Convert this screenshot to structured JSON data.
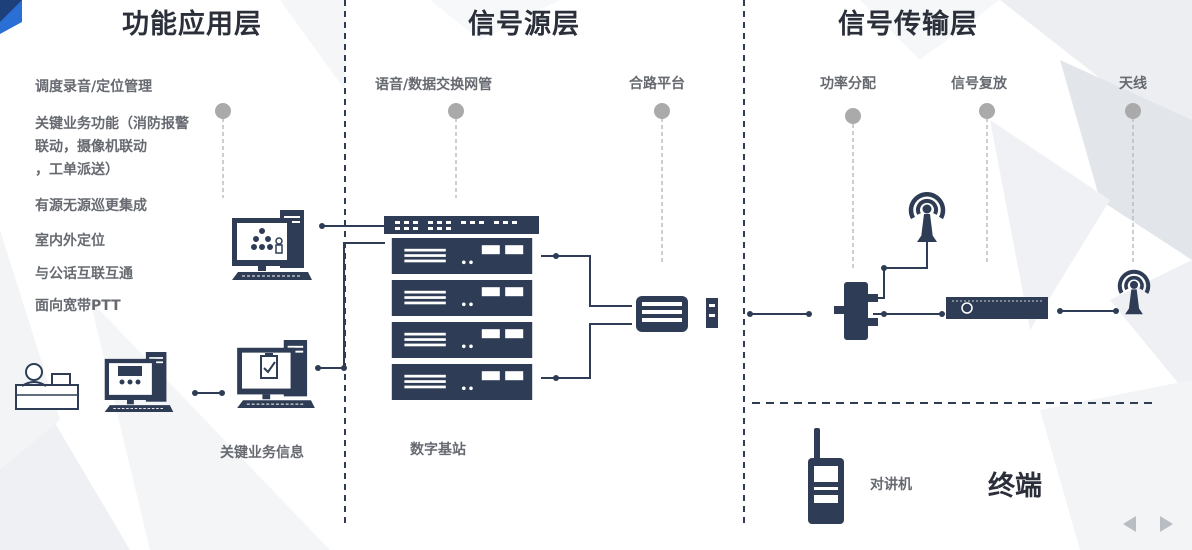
{
  "sections": {
    "function_layer": "功能应用层",
    "source_layer": "信号源层",
    "transmission_layer": "信号传输层",
    "terminal": "终端"
  },
  "features": [
    "调度录音/定位管理",
    "关键业务功能（消防报警",
    "联动，摄像机联动",
    "，工单派送）",
    "有源无源巡更集成",
    "室内外定位",
    "与公话互联互通",
    "面向宽带PTT"
  ],
  "labels": {
    "key_business_info": "关键业务信息",
    "voice_data_gateway": "语音/数据交换网管",
    "combiner_platform": "合路平台",
    "digital_base_station": "数字基站",
    "power_splitter": "功率分配",
    "signal_repeater": "信号复放",
    "antenna": "天线",
    "walkie_talkie": "对讲机"
  },
  "colors": {
    "device_navy": "#2e3d55",
    "title_text": "#2a2f3a",
    "label_text": "#666a70",
    "pin_gray": "#aaaaaa",
    "accent_blue": "#2a6fd6"
  }
}
